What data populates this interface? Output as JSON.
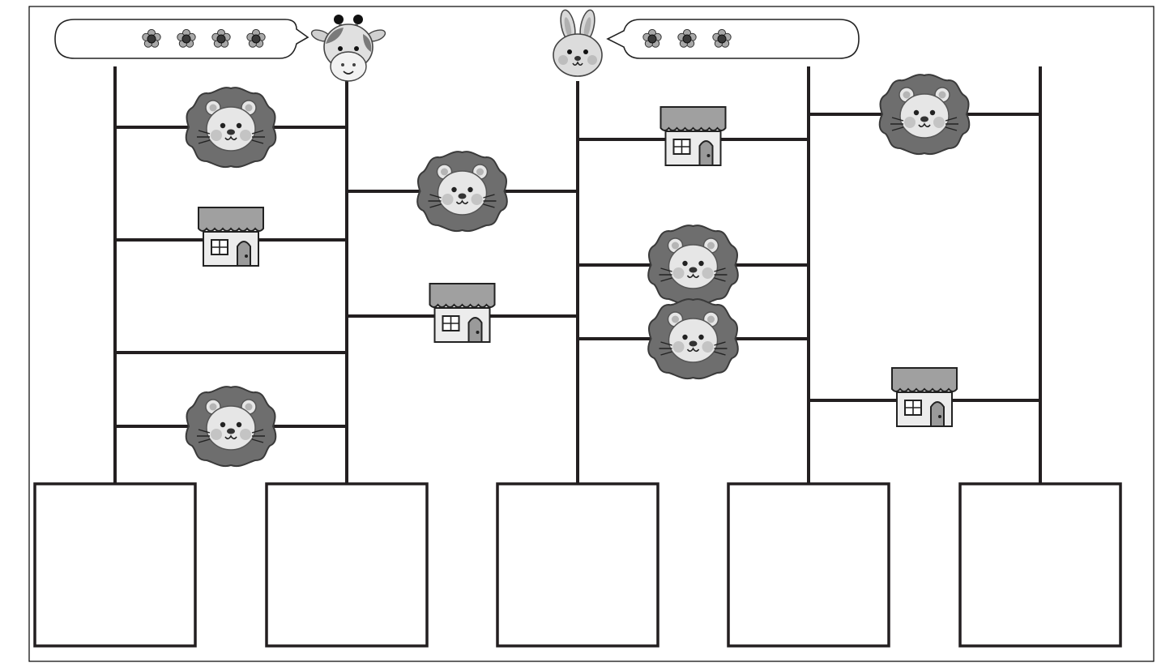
{
  "puzzle": {
    "type": "amidakuji-ladder",
    "colors": {
      "line": "#231f20",
      "frame": "#000000",
      "lion_mane": "#6e6e6e",
      "lion_face": "#e6e6e6",
      "house_roof": "#a0a0a0",
      "house_wall": "#ececec",
      "bubble_fill": "#ffffff",
      "flower_petal": "#a8a8a8",
      "flower_center": "#3a3a3a"
    },
    "columns": 5,
    "speakers": [
      {
        "character": "giraffe",
        "icon": "giraffe-icon",
        "flower_count": 4
      },
      {
        "character": "rabbit",
        "icon": "rabbit-icon",
        "flower_count": 3
      }
    ],
    "rungs": [
      {
        "between": [
          1,
          2
        ],
        "level": 1,
        "item": "lion"
      },
      {
        "between": [
          1,
          2
        ],
        "level": 2,
        "item": "house"
      },
      {
        "between": [
          1,
          2
        ],
        "level": 3,
        "item": "none"
      },
      {
        "between": [
          1,
          2
        ],
        "level": 4,
        "item": "lion"
      },
      {
        "between": [
          2,
          3
        ],
        "level": 1,
        "item": "lion"
      },
      {
        "between": [
          2,
          3
        ],
        "level": 2,
        "item": "house"
      },
      {
        "between": [
          3,
          4
        ],
        "level": 1,
        "item": "house"
      },
      {
        "between": [
          3,
          4
        ],
        "level": 2,
        "item": "lion"
      },
      {
        "between": [
          3,
          4
        ],
        "level": 3,
        "item": "lion"
      },
      {
        "between": [
          4,
          5
        ],
        "level": 1,
        "item": "lion"
      },
      {
        "between": [
          4,
          5
        ],
        "level": 2,
        "item": "house"
      }
    ],
    "answer_boxes": [
      "",
      "",
      "",
      "",
      ""
    ]
  }
}
